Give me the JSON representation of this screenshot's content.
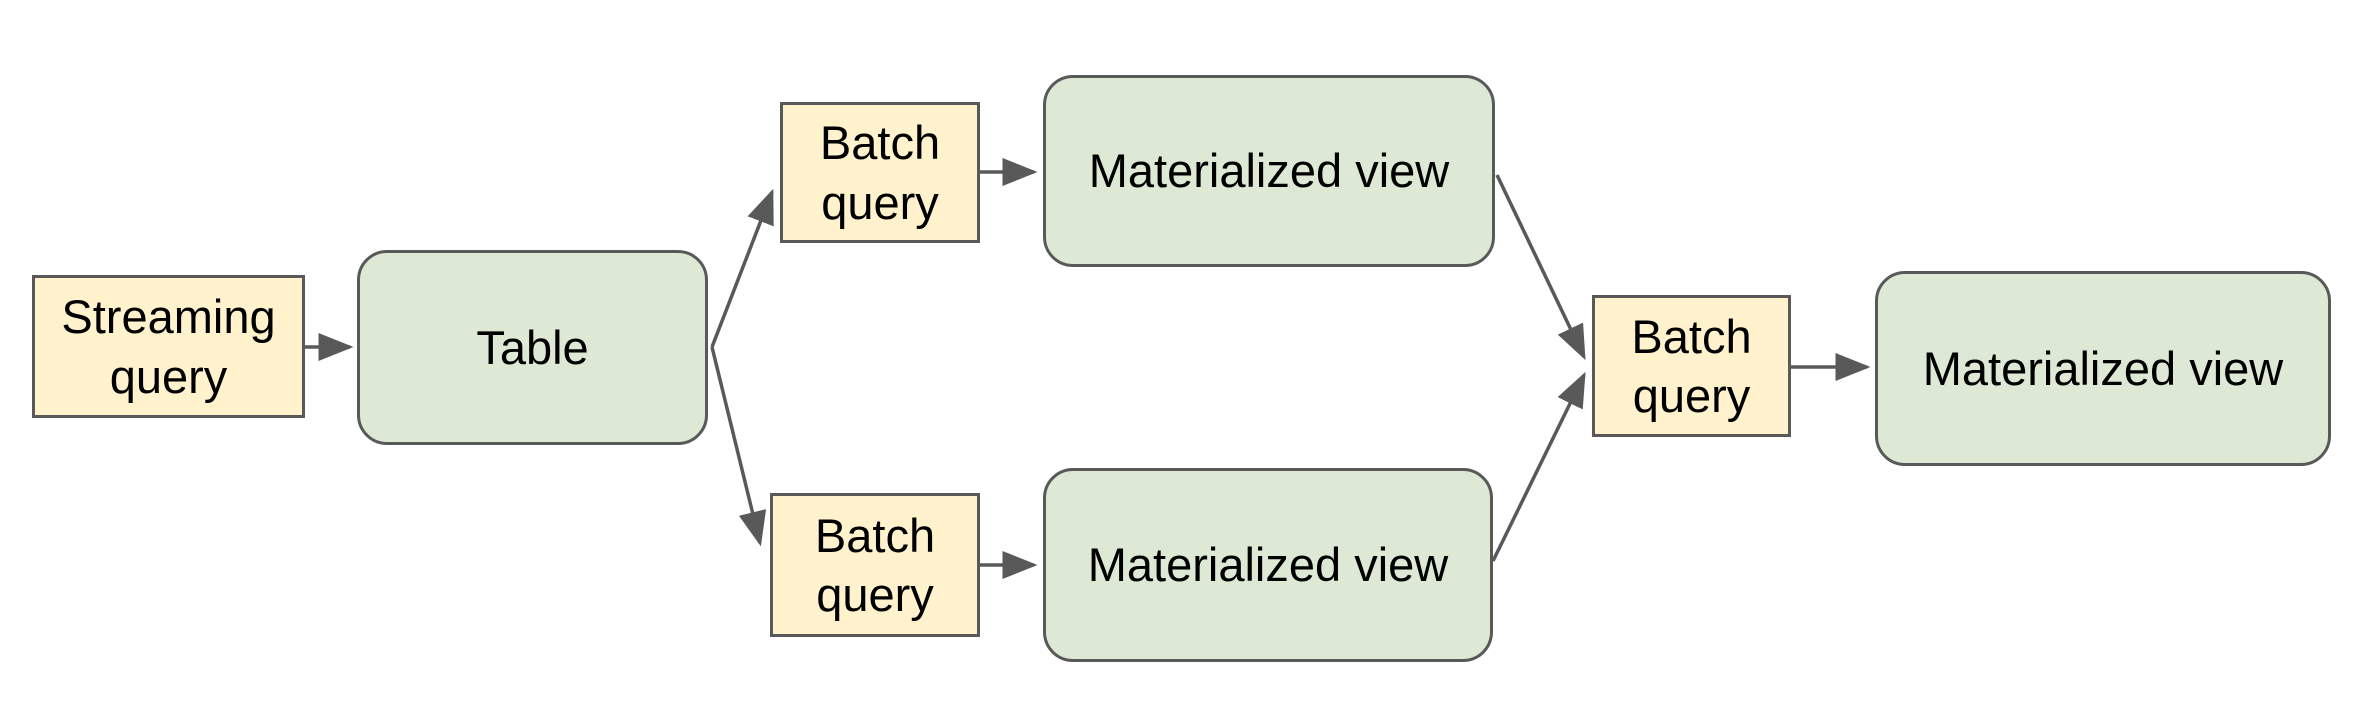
{
  "diagram": {
    "background": "#ffffff",
    "colors": {
      "query_fill": "#fff2cc",
      "query_border": "#595959",
      "entity_fill": "#dde8d5",
      "entity_border": "#595959",
      "connector": "#595959",
      "text": "#000000"
    },
    "nodes": [
      {
        "id": "streaming-query",
        "label": "Streaming query",
        "kind": "query"
      },
      {
        "id": "table",
        "label": "Table",
        "kind": "entity"
      },
      {
        "id": "batch-query-top",
        "label": "Batch query",
        "kind": "query"
      },
      {
        "id": "materialized-view-top",
        "label": "Materialized view",
        "kind": "entity"
      },
      {
        "id": "batch-query-bottom",
        "label": "Batch query",
        "kind": "query"
      },
      {
        "id": "materialized-view-bottom",
        "label": "Materialized view",
        "kind": "entity"
      },
      {
        "id": "batch-query-right",
        "label": "Batch query",
        "kind": "query"
      },
      {
        "id": "materialized-view-right",
        "label": "Materialized view",
        "kind": "entity"
      }
    ],
    "edges": [
      {
        "from": "streaming-query",
        "to": "table"
      },
      {
        "from": "table",
        "to": "batch-query-top"
      },
      {
        "from": "batch-query-top",
        "to": "materialized-view-top"
      },
      {
        "from": "table",
        "to": "batch-query-bottom"
      },
      {
        "from": "batch-query-bottom",
        "to": "materialized-view-bottom"
      },
      {
        "from": "materialized-view-top",
        "to": "batch-query-right"
      },
      {
        "from": "materialized-view-bottom",
        "to": "batch-query-right"
      },
      {
        "from": "batch-query-right",
        "to": "materialized-view-right"
      }
    ]
  }
}
